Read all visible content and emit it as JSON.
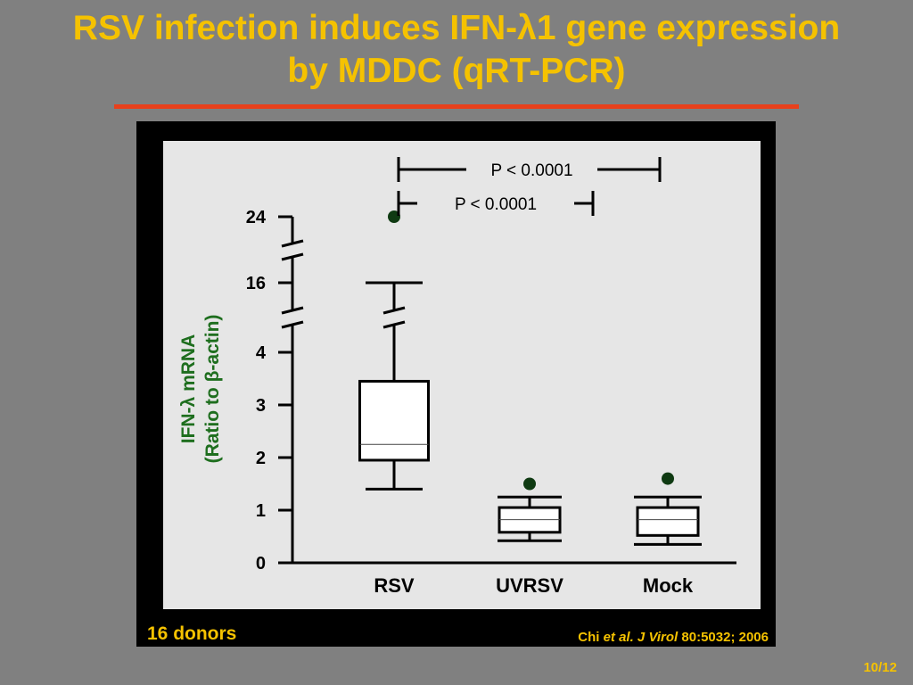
{
  "title": {
    "line1": "RSV infection induces IFN-λ1 gene expression",
    "line2": "by MDDC (qRT-PCR)"
  },
  "colors": {
    "background": "#808080",
    "title": "#f5c200",
    "rule": "#e8401c",
    "panel": "#e6e6e6",
    "ylabel": "#1e6e1e",
    "outlier": "#0f3a12"
  },
  "footer": {
    "donors": "16 donors",
    "citation_author": "Chi",
    "citation_italic": "et al. J Virol",
    "citation_rest": "80:5032; 2006",
    "page": "10/12"
  },
  "chart_data": {
    "type": "box",
    "ylabel_line1": "IFN-λ mRNA",
    "ylabel_line2": "(Ratio to β-actin)",
    "y_ticks": [
      "0",
      "1",
      "2",
      "3",
      "4",
      "16",
      "24"
    ],
    "y_axis_breaks": [
      "between 4 and 16",
      "between 16 and 24"
    ],
    "categories": [
      "RSV",
      "UVRSV",
      "Mock"
    ],
    "boxes": [
      {
        "name": "RSV",
        "whisker_low": 1.4,
        "q1": 1.95,
        "median": 2.25,
        "q3": 3.45,
        "whisker_high": 16,
        "outliers": [
          24
        ],
        "whisker_break": true
      },
      {
        "name": "UVRSV",
        "whisker_low": 0.42,
        "q1": 0.58,
        "median": 0.82,
        "q3": 1.05,
        "whisker_high": 1.25,
        "outliers": [
          1.5
        ]
      },
      {
        "name": "Mock",
        "whisker_low": 0.35,
        "q1": 0.52,
        "median": 0.82,
        "q3": 1.05,
        "whisker_high": 1.25,
        "outliers": [
          1.6
        ]
      }
    ],
    "comparisons": [
      {
        "label": "P < 0.0001",
        "from": "RSV",
        "to": "Mock"
      },
      {
        "label": "P < 0.0001",
        "from": "RSV",
        "to": "UVRSV"
      }
    ]
  }
}
